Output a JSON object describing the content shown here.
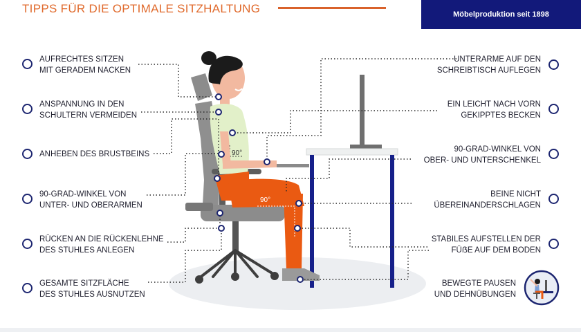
{
  "header": {
    "title": "TIPPS FÜR DIE OPTIMALE SITZHALTUNG",
    "brand": "Möbelproduktion seit 1898"
  },
  "tips_left": [
    {
      "line1": "AUFRECHTES SITZEN",
      "line2": "MIT GERADEM NACKEN"
    },
    {
      "line1": "ANSPANNUNG IN DEN",
      "line2": "SCHULTERN VERMEIDEN"
    },
    {
      "line1": "ANHEBEN DES BRUSTBEINS",
      "line2": ""
    },
    {
      "line1": "90-GRAD-WINKEL VON",
      "line2": "UNTER- UND OBERARMEN"
    },
    {
      "line1": "RÜCKEN AN DIE RÜCKENLEHNE",
      "line2": "DES STUHLES ANLEGEN"
    },
    {
      "line1": "GESAMTE SITZFLÄCHE",
      "line2": "DES STUHLES AUSNUTZEN"
    }
  ],
  "tips_right": [
    {
      "line1": "UNTERARME AUF DEN",
      "line2": "SCHREIBTISCH AUFLEGEN"
    },
    {
      "line1": "EIN LEICHT NACH VORN",
      "line2": "GEKIPPTES BECKEN"
    },
    {
      "line1": "90-GRAD-WINKEL VON",
      "line2": "OBER- UND UNTERSCHENKEL"
    },
    {
      "line1": "BEINE NICHT",
      "line2": "ÜBEREINANDERSCHLAGEN"
    },
    {
      "line1": "STABILES AUFSTELLEN DER",
      "line2": "FÜẞE AUF DEM BODEN"
    },
    {
      "line1": "BEWEGTE PAUSEN",
      "line2": "UND DEHNÜBUNGEN"
    }
  ],
  "angles": {
    "torso": "90°",
    "knee": "90°"
  },
  "icons": {
    "bullet": "circle-bullet-icon",
    "break": "stretching-person-icon"
  },
  "colors": {
    "accent": "#e06a2c",
    "navy": "#12197a",
    "bullet": "#1c2570",
    "shirt": "#e2f0c9",
    "pants": "#ea5a12",
    "chair": "#8c8c8c"
  }
}
